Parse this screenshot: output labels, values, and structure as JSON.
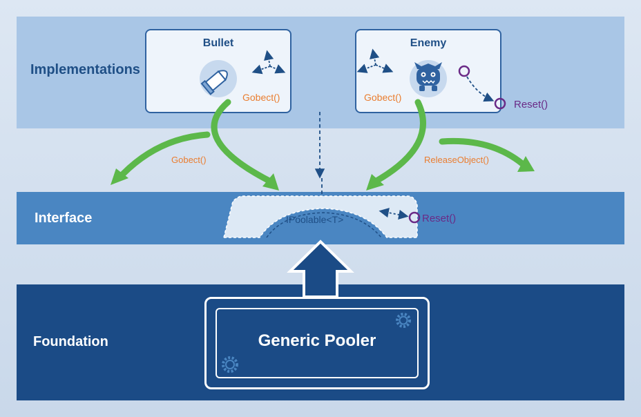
{
  "layers": {
    "implementations": "Implementations",
    "interface": "Interface",
    "foundation": "Foundation"
  },
  "bullet": {
    "title": "Bullet",
    "method": "Gobect()"
  },
  "enemy": {
    "title": "Enemy",
    "method": "Gobect()",
    "reset": "Reset()"
  },
  "flows": {
    "left": "Gobect()",
    "right": "ReleaseObject()"
  },
  "interface": {
    "name": "IPoolable<T>",
    "reset": "Reset()"
  },
  "foundation": {
    "pooler": "Generic Pooler"
  },
  "colors": {
    "impl_band": "#a9c6e6",
    "iface_band": "#4a86c2",
    "found_band": "#1b4b86",
    "card_border": "#2f62a0",
    "green_arrow": "#5cb84a",
    "orange_text": "#ea7d2f",
    "purple": "#6a2a86",
    "navy": "#1f4f86"
  },
  "icons": [
    "bullet-icon",
    "enemy-monster-icon",
    "scatter-arrows-icon",
    "gear-icon"
  ]
}
